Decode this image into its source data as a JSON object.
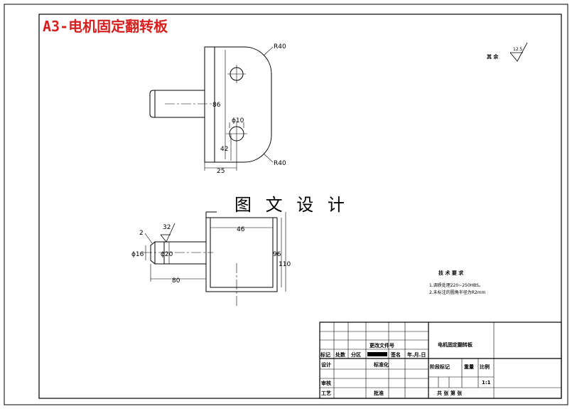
{
  "sheet_title": "A3-电机固定翻转板",
  "watermark": "图 文 设 计",
  "roughness": {
    "label": "其 余",
    "value": "12.5"
  },
  "dims_top": {
    "r40_top": "R40",
    "r40_bottom": "R40",
    "d86": "86",
    "phi10": "ϕ10",
    "d42": "42",
    "d25": "25"
  },
  "dims_bottom": {
    "d2": "2",
    "rough32": "32",
    "phi16": "ϕ16",
    "phi20": "ϕ20",
    "d80": "80",
    "d46": "46",
    "d96": "96",
    "d110": "110"
  },
  "tech": {
    "title": "技 术 要 求",
    "line1": "1.调质处理220~250HBS。",
    "line2": "2.未标注的圆角半径为R2mm"
  },
  "title_block": {
    "part_name": "电机固定翻转板",
    "row_labels": [
      "标记",
      "处数",
      "分区",
      "更改文件号",
      "签名",
      "年.月.日"
    ],
    "design": "设计",
    "standardize": "标准化",
    "check": "审核",
    "process": "工艺",
    "approve": "批准",
    "stage_mark": "阶段标记",
    "weight": "重量",
    "scale_label": "比例",
    "scale": "1:1",
    "sheets": "共 张  第 张"
  }
}
